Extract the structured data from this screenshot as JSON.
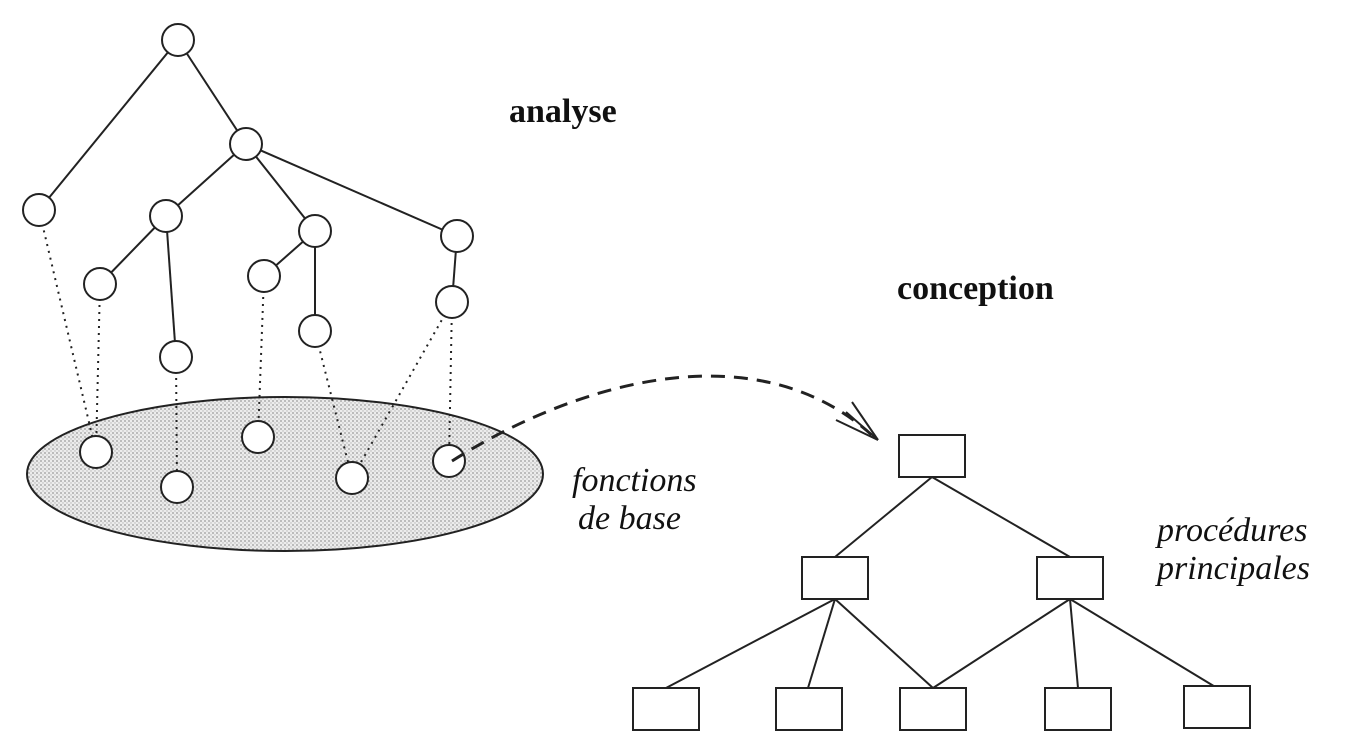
{
  "labels": {
    "analyse": "analyse",
    "conception": "conception",
    "fonctions_line1": "fonctions",
    "fonctions_line2": "de base",
    "procedures_line1": "procédures",
    "procedures_line2": "principales"
  }
}
